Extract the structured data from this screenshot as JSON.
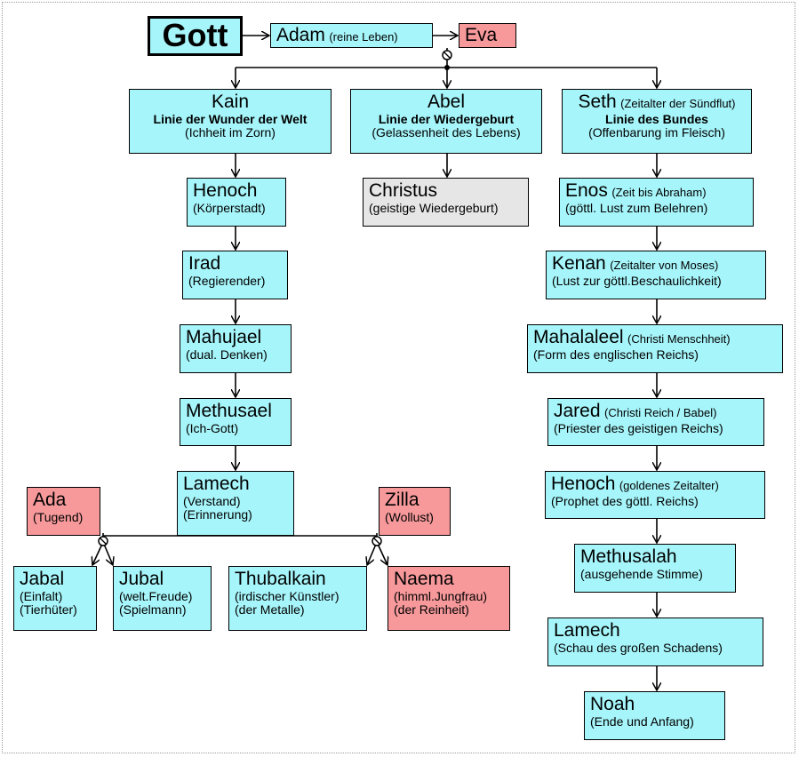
{
  "nodes": {
    "gott": {
      "name": "Gott"
    },
    "adam": {
      "name": "Adam",
      "note": "(reine Leben)"
    },
    "eva": {
      "name": "Eva"
    },
    "kain": {
      "name": "Kain",
      "line1": "Linie der Wunder der Welt",
      "line2": "(Ichheit im Zorn)"
    },
    "abel": {
      "name": "Abel",
      "line1": "Linie der Wiedergeburt",
      "line2": "(Gelassenheit des Lebens)"
    },
    "seth": {
      "name": "Seth",
      "note": "(Zeitalter der Sündflut)",
      "line1": "Linie des Bundes",
      "line2": "(Offenbarung im Fleisch)"
    },
    "henoch_k": {
      "name": "Henoch",
      "line1": "(Körperstadt)"
    },
    "christus": {
      "name": "Christus",
      "line1": "(geistige Wiedergeburt)"
    },
    "enos": {
      "name": "Enos",
      "note": "(Zeit bis Abraham)",
      "line1": "(göttl. Lust zum Belehren)"
    },
    "irad": {
      "name": "Irad",
      "line1": "(Regierender)"
    },
    "kenan": {
      "name": "Kenan",
      "note": "(Zeitalter von Moses)",
      "line1": "(Lust zur göttl.Beschaulichkeit)"
    },
    "mahujael": {
      "name": "Mahujael",
      "line1": "(dual. Denken)"
    },
    "mahalaleel": {
      "name": "Mahalaleel",
      "note": "(Christi Menschheit)",
      "line1": "(Form des englischen Reichs)"
    },
    "methusael": {
      "name": "Methusael",
      "line1": "(Ich-Gott)"
    },
    "jared": {
      "name": "Jared",
      "note": "(Christi Reich / Babel)",
      "line1": "(Priester des geistigen Reichs)"
    },
    "lamech_k": {
      "name": "Lamech",
      "line1": "(Verstand)",
      "line2": "(Erinnerung)"
    },
    "henoch_s": {
      "name": "Henoch",
      "note": "(goldenes Zeitalter)",
      "line1": "(Prophet des göttl. Reichs)"
    },
    "ada": {
      "name": "Ada",
      "line1": "(Tugend)"
    },
    "zilla": {
      "name": "Zilla",
      "line1": "(Wollust)"
    },
    "methusalah": {
      "name": "Methusalah",
      "line1": "(ausgehende Stimme)"
    },
    "jabal": {
      "name": "Jabal",
      "line1": "(Einfalt)",
      "line2": "(Tierhüter)"
    },
    "jubal": {
      "name": "Jubal",
      "line1": "(welt.Freude)",
      "line2": "(Spielmann)"
    },
    "thubalkain": {
      "name": "Thubalkain",
      "line1": "(irdischer Künstler)",
      "line2": "(der Metalle)"
    },
    "naema": {
      "name": "Naema",
      "line1": "(himml.Jungfrau)",
      "line2": "(der Reinheit)"
    },
    "lamech_s": {
      "name": "Lamech",
      "line1": "(Schau des großen Schadens)"
    },
    "noah": {
      "name": "Noah",
      "line1": "(Ende und Anfang)"
    }
  },
  "colors": {
    "male": "#a6f5fa",
    "female": "#f7999b",
    "christ": "#e6e6e6",
    "line": "#000000"
  }
}
